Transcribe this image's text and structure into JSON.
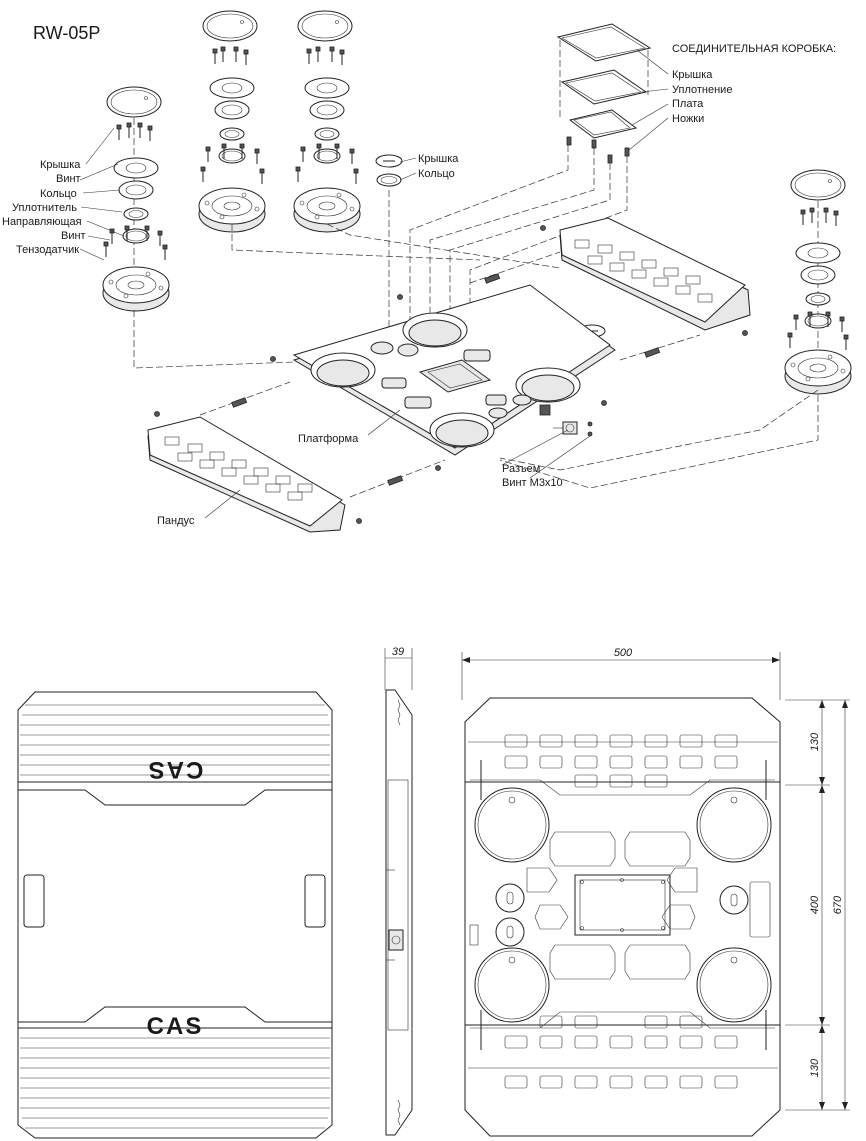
{
  "title": "RW-05P",
  "exploded_view": {
    "junction_box_title": "СОЕДИНИТЕЛЬНАЯ КОРОБКА:",
    "junction_box_parts": [
      "Крышка",
      "Уплотнение",
      "Плата",
      "Ножки"
    ],
    "left_parts": [
      "Крышка",
      "Винт",
      "Кольцо",
      "Уплотнитель",
      "Направляющая",
      "Винт",
      "Тензодатчик"
    ],
    "center_parts": [
      "Крышка",
      "Кольцо"
    ],
    "platform_label": "Платформа",
    "ramp_label": "Пандус",
    "connector_labels": [
      "Разъем",
      "Винт М3х10"
    ]
  },
  "top_view": {
    "logo_top": "CAS",
    "logo_bottom": "CAS"
  },
  "side_view": {
    "thickness": "39"
  },
  "bottom_view": {
    "width": "500",
    "dim_top": "130",
    "dim_middle": "400",
    "dim_total": "670",
    "dim_bottom": "130"
  }
}
